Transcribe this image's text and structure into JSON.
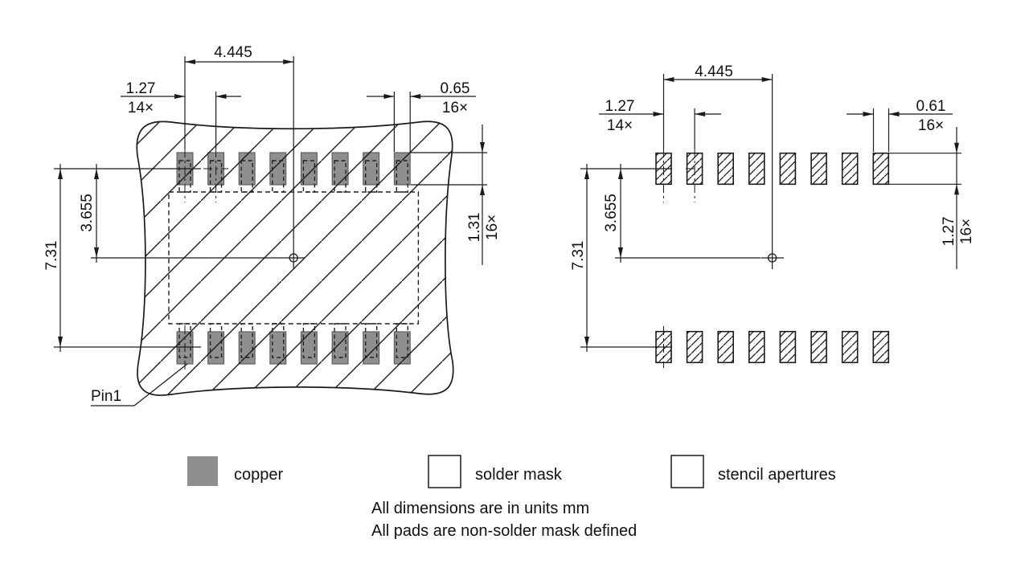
{
  "land_pattern": {
    "pin1": "Pin1",
    "center_spacing": "4.445",
    "pitch": "1.27",
    "pitch_count": "14×",
    "pad_width": "0.65",
    "pad_width_count": "16×",
    "row_spacing": "7.31",
    "row_half_spacing": "3.655",
    "pad_height": "1.31",
    "pad_height_count": "16×"
  },
  "stencil": {
    "center_spacing": "4.445",
    "pitch": "1.27",
    "pitch_count": "14×",
    "aperture_width": "0.61",
    "aperture_width_count": "16×",
    "row_spacing": "7.31",
    "row_half_spacing": "3.655",
    "aperture_height": "1.27",
    "aperture_height_count": "16×"
  },
  "legend": {
    "copper_label": "copper",
    "solder_mask_label": "solder mask",
    "stencil_label": "stencil apertures"
  },
  "notes": {
    "units": "All dimensions are in units mm",
    "mask_defined": "All pads are non-solder mask defined"
  },
  "colors": {
    "copper": "#8f8f8f",
    "line": "#1a1a1a"
  }
}
